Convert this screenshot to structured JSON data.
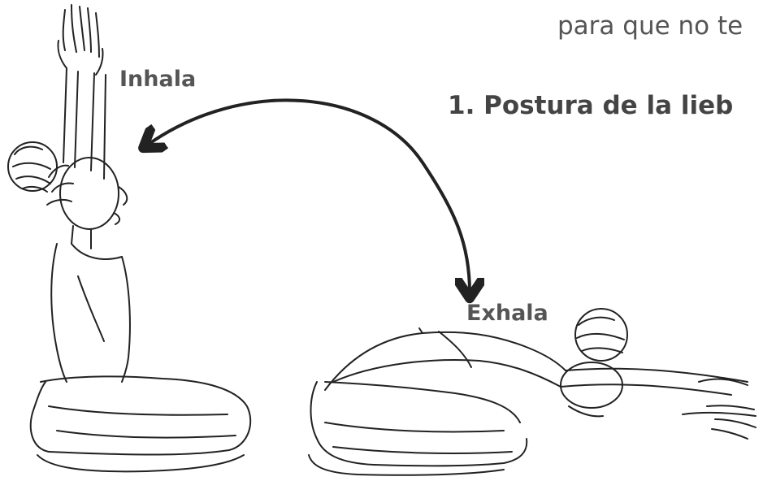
{
  "intro_text": "para que no te",
  "section_title": "1. Postura de la lieb",
  "labels": {
    "inhale": "Inhala",
    "exhale": "Exhala"
  },
  "colors": {
    "text": "#555555",
    "title": "#444444",
    "line_art": "#222222"
  },
  "icons": {
    "arrow": "curved-double-arrow-icon"
  }
}
